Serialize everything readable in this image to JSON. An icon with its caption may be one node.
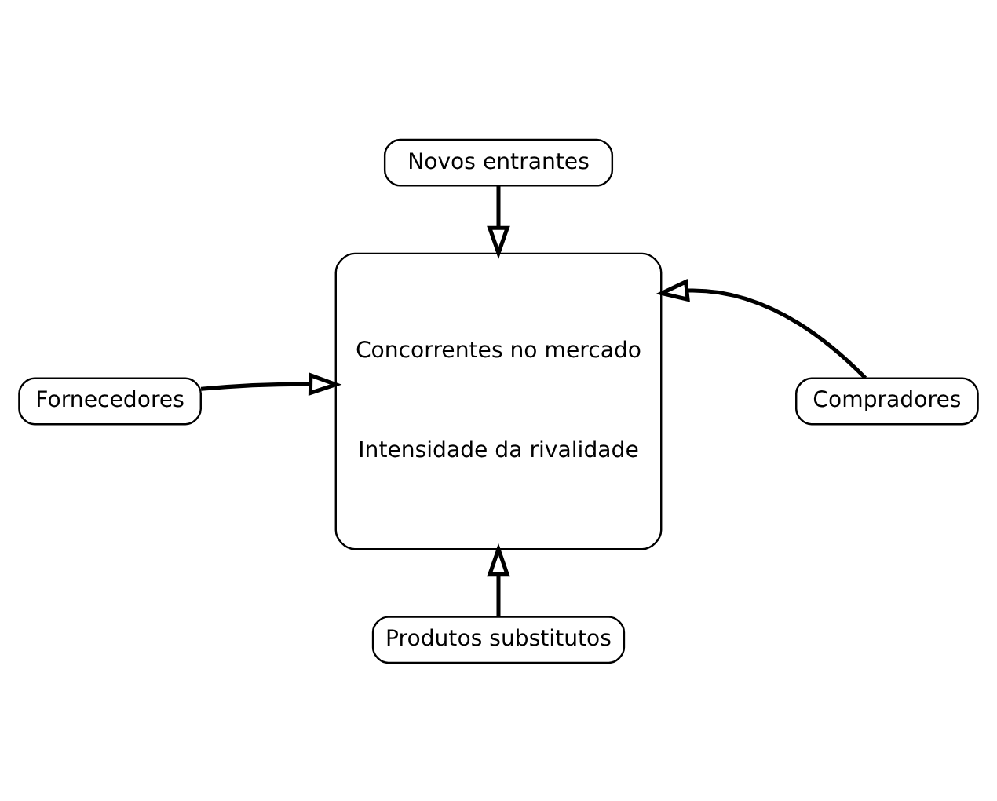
{
  "diagram": {
    "nodes": [
      {
        "text": [
          "Novos entrantes"
        ]
      },
      {
        "text": [
          "Fornecedores"
        ]
      },
      {
        "text": [
          "Concorrentes no mercado",
          "Intensidade da rivalidade"
        ]
      },
      {
        "text": [
          "Compradores"
        ]
      },
      {
        "text": [
          "Produtos substitutos"
        ]
      }
    ],
    "edges": [
      {
        "from": 0,
        "to": 2,
        "arrow": "to"
      },
      {
        "from": 1,
        "to": 2,
        "arrow": "to"
      },
      {
        "from": 3,
        "to": 2,
        "arrow": "to"
      },
      {
        "from": 4,
        "to": 2,
        "arrow": "to"
      }
    ]
  }
}
